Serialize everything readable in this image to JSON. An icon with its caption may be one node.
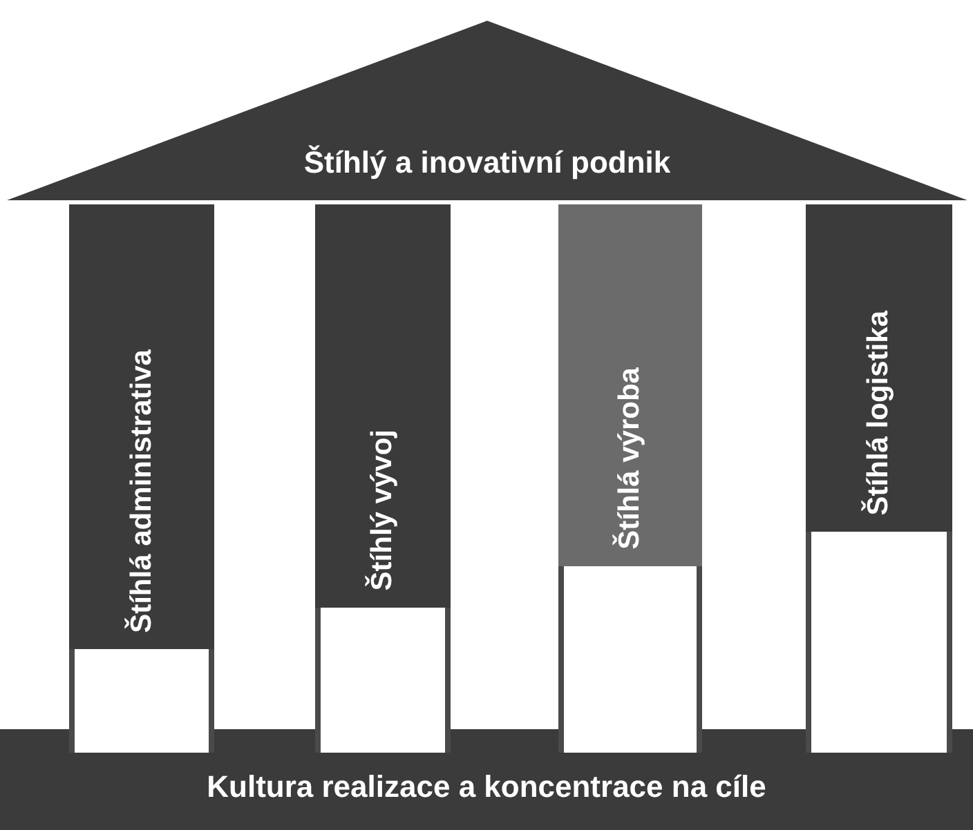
{
  "diagram": {
    "nodes": [
      {
        "text": [
          "Štíhlý a inovativní podnik"
        ]
      },
      {
        "text": [
          "Štíhlá administrativa"
        ]
      },
      {
        "text": [
          "Štíhlý vývoj"
        ]
      },
      {
        "text": [
          "Štíhlá výroba"
        ]
      },
      {
        "text": [
          "Štíhlá logistika"
        ]
      },
      {
        "text": [
          "Kultura realizace a koncentrace na cíle"
        ]
      }
    ]
  }
}
